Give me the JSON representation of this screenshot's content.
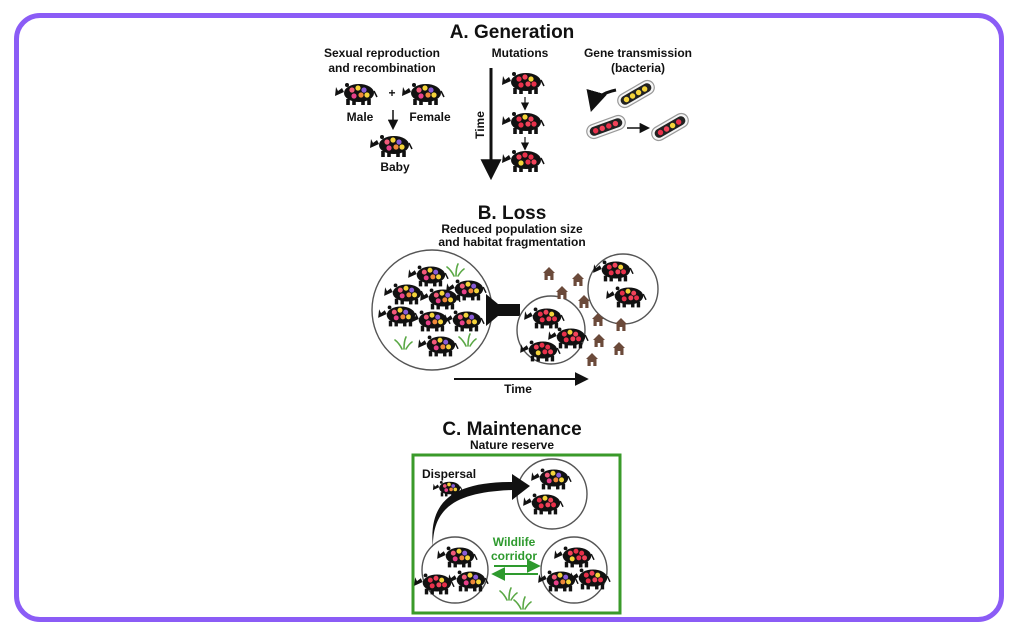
{
  "colors": {
    "frame": "#8b5cf6",
    "reserve_border": "#3a9a2a",
    "corridor": "#2e9a2e",
    "house": "#6b4a3a",
    "grass": "#5aa845",
    "rhino_body": "#111111",
    "spots_mixed": [
      "#f25a7a",
      "#f5d43a",
      "#8a5cd6",
      "#e8408a",
      "#f0883a"
    ],
    "spots_red": [
      "#e8304a",
      "#f2435a"
    ]
  },
  "icons": [
    "rhino-icon",
    "bacteria-icon",
    "house-icon",
    "grass-icon"
  ],
  "sections": {
    "generation": {
      "title": "A. Generation",
      "sexual_line1": "Sexual reproduction",
      "sexual_line2": "and recombination",
      "plus": "+",
      "male": "Male",
      "female": "Female",
      "baby": "Baby",
      "mutations": "Mutations",
      "time": "Time",
      "gene_line1": "Gene transmission",
      "gene_line2": "(bacteria)"
    },
    "loss": {
      "title": "B. Loss",
      "subtitle_line1": "Reduced population size",
      "subtitle_line2": "and habitat fragmentation",
      "time": "Time"
    },
    "maintenance": {
      "title": "C. Maintenance",
      "subtitle": "Nature reserve",
      "dispersal": "Dispersal",
      "corridor_line1": "Wildlife",
      "corridor_line2": "corridor"
    }
  }
}
